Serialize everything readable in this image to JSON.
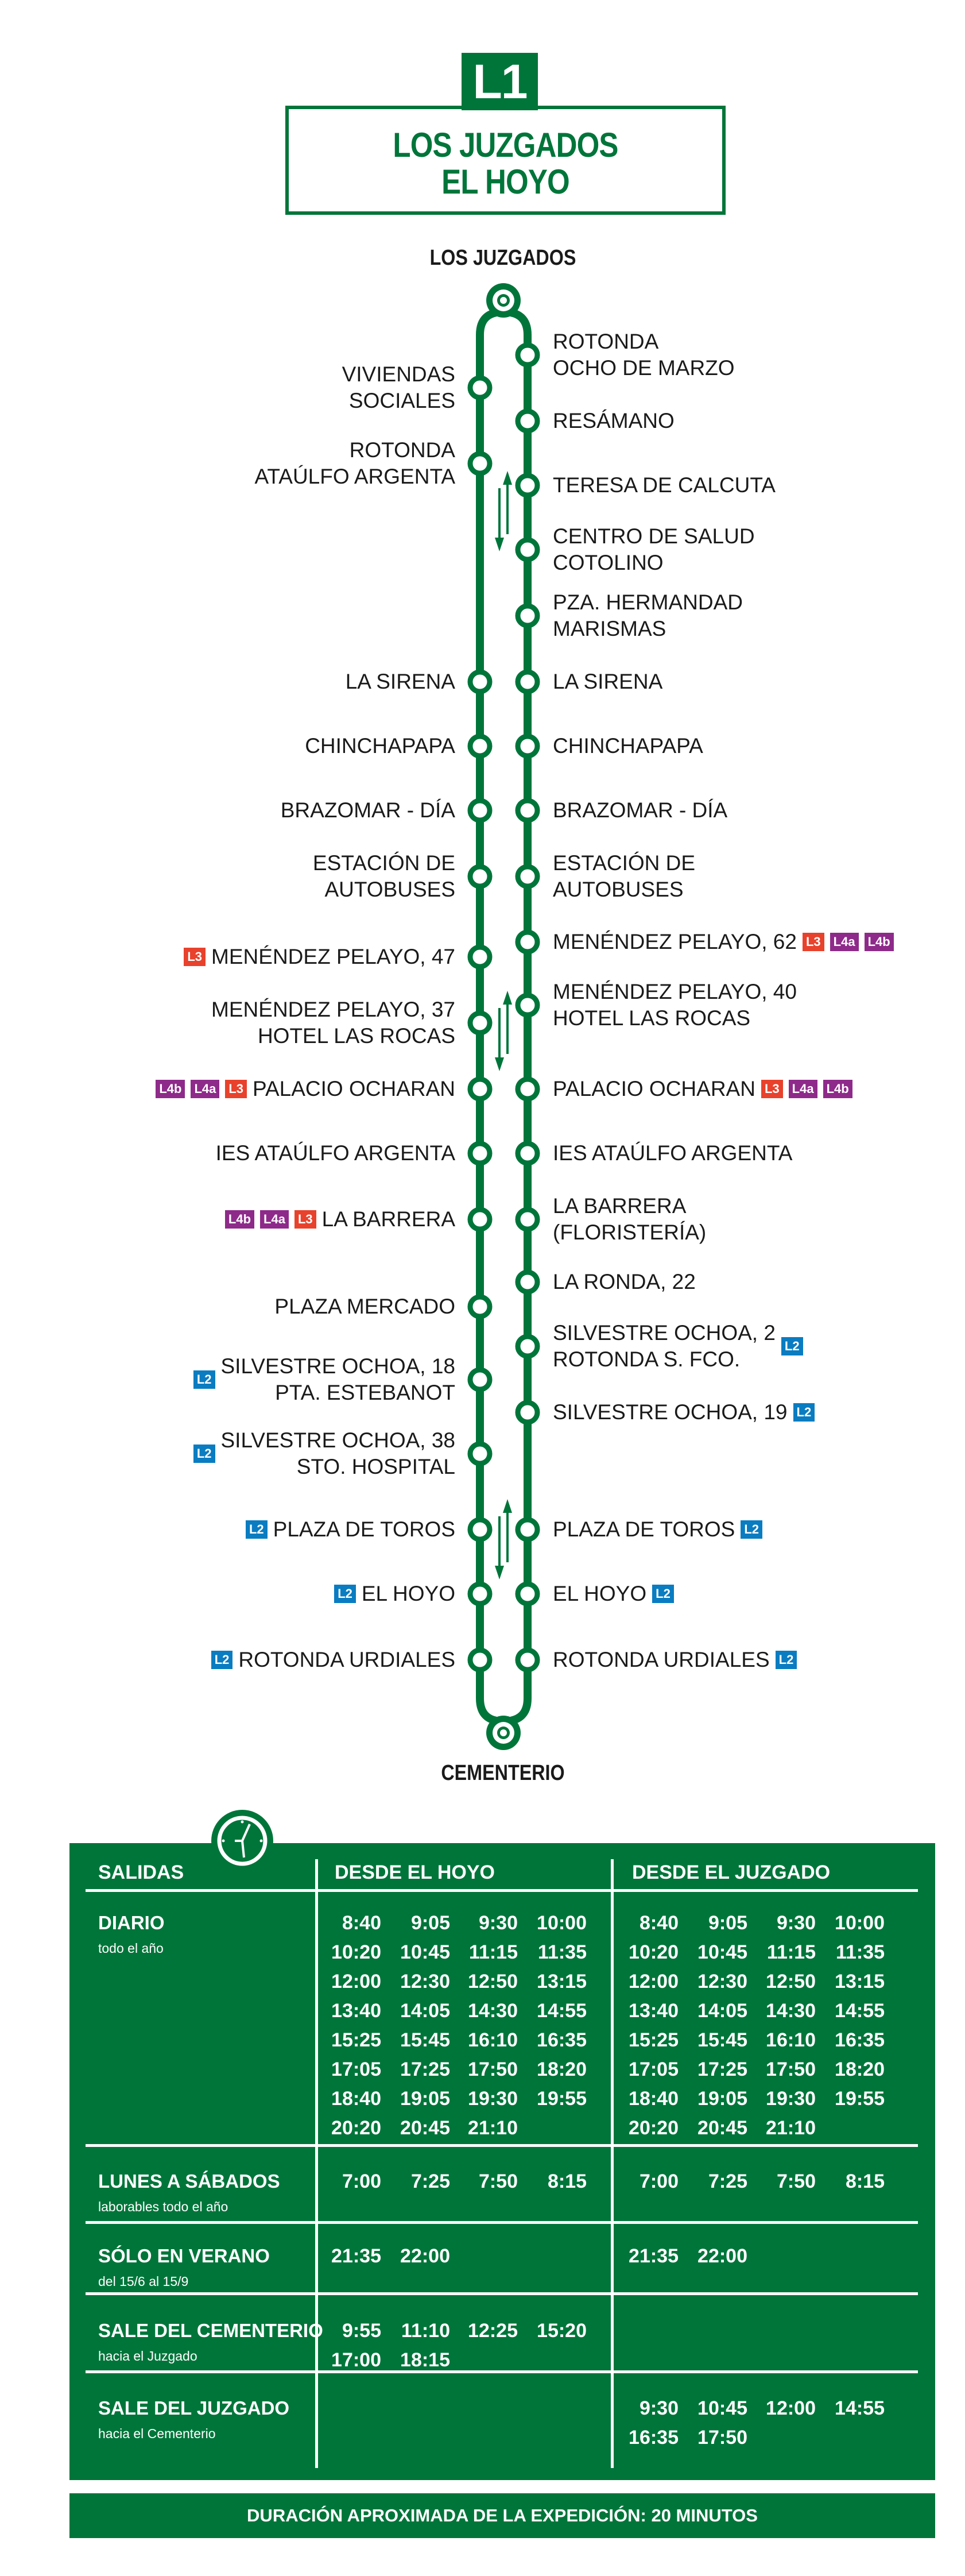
{
  "header": {
    "line": "L1",
    "title_line1": "LOS JUZGADOS",
    "title_line2": "EL HOYO"
  },
  "route": {
    "start": "LOS JUZGADOS",
    "end": "CEMENTERIO",
    "left_stops": [
      {
        "name": [
          "VIVIENDAS",
          "SOCIALES"
        ],
        "lines": []
      },
      {
        "name": [
          "ROTONDA",
          "ATAÚLFO ARGENTA"
        ],
        "lines": []
      },
      {
        "name": [
          "LA SIRENA"
        ],
        "lines": []
      },
      {
        "name": [
          "CHINCHAPAPA"
        ],
        "lines": []
      },
      {
        "name": [
          "BRAZOMAR - DÍA"
        ],
        "lines": []
      },
      {
        "name": [
          "ESTACIÓN DE",
          "AUTOBUSES"
        ],
        "lines": []
      },
      {
        "name": [
          "MENÉNDEZ PELAYO, 47"
        ],
        "lines": [
          "L3"
        ]
      },
      {
        "name": [
          "MENÉNDEZ PELAYO, 37",
          "HOTEL LAS ROCAS"
        ],
        "lines": []
      },
      {
        "name": [
          "PALACIO OCHARAN"
        ],
        "lines": [
          "L4b",
          "L4a",
          "L3"
        ]
      },
      {
        "name": [
          "IES ATAÚLFO ARGENTA"
        ],
        "lines": []
      },
      {
        "name": [
          "LA BARRERA"
        ],
        "lines": [
          "L4b",
          "L4a",
          "L3"
        ]
      },
      {
        "name": [
          "PLAZA MERCADO"
        ],
        "lines": []
      },
      {
        "name": [
          "SILVESTRE OCHOA, 18",
          "PTA. ESTEBANOT"
        ],
        "lines": [
          "L2"
        ]
      },
      {
        "name": [
          "SILVESTRE OCHOA, 38",
          "STO. HOSPITAL"
        ],
        "lines": [
          "L2"
        ]
      },
      {
        "name": [
          "PLAZA DE TOROS"
        ],
        "lines": [
          "L2"
        ]
      },
      {
        "name": [
          "EL HOYO"
        ],
        "lines": [
          "L2"
        ]
      },
      {
        "name": [
          "ROTONDA URDIALES"
        ],
        "lines": [
          "L2"
        ]
      }
    ],
    "right_stops": [
      {
        "name": [
          "ROTONDA",
          "OCHO DE MARZO"
        ],
        "lines": []
      },
      {
        "name": [
          "RESÁMANO"
        ],
        "lines": []
      },
      {
        "name": [
          "TERESA DE CALCUTA"
        ],
        "lines": []
      },
      {
        "name": [
          "CENTRO DE SALUD",
          "COTOLINO"
        ],
        "lines": []
      },
      {
        "name": [
          "PZA. HERMANDAD",
          "MARISMAS"
        ],
        "lines": []
      },
      {
        "name": [
          "LA SIRENA"
        ],
        "lines": []
      },
      {
        "name": [
          "CHINCHAPAPA"
        ],
        "lines": []
      },
      {
        "name": [
          "BRAZOMAR - DÍA"
        ],
        "lines": []
      },
      {
        "name": [
          "ESTACIÓN DE",
          "AUTOBUSES"
        ],
        "lines": []
      },
      {
        "name": [
          "MENÉNDEZ PELAYO, 62"
        ],
        "lines": [
          "L3",
          "L4a",
          "L4b"
        ]
      },
      {
        "name": [
          "MENÉNDEZ PELAYO, 40",
          "HOTEL LAS ROCAS"
        ],
        "lines": []
      },
      {
        "name": [
          "PALACIO OCHARAN"
        ],
        "lines": [
          "L3",
          "L4a",
          "L4b"
        ]
      },
      {
        "name": [
          "IES ATAÚLFO ARGENTA"
        ],
        "lines": []
      },
      {
        "name": [
          "LA BARRERA",
          "(FLORISTERÍA)"
        ],
        "lines": []
      },
      {
        "name": [
          "LA RONDA, 22"
        ],
        "lines": []
      },
      {
        "name": [
          "SILVESTRE OCHOA, 2",
          "ROTONDA S. FCO."
        ],
        "lines": [
          "L2"
        ]
      },
      {
        "name": [
          "SILVESTRE OCHOA, 19"
        ],
        "lines": [
          "L2"
        ]
      },
      {
        "name": [
          "PLAZA DE TOROS"
        ],
        "lines": [
          "L2"
        ]
      },
      {
        "name": [
          "EL HOYO"
        ],
        "lines": [
          "L2"
        ]
      },
      {
        "name": [
          "ROTONDA URDIALES"
        ],
        "lines": [
          "L2"
        ]
      }
    ]
  },
  "line_colors": {
    "L1": "#00753a",
    "L2": "#0a7cc1",
    "L3": "#e8412c",
    "L4a": "#8e2a8a",
    "L4b": "#8e2a8a"
  },
  "schedule": {
    "header": {
      "salidas": "SALIDAS",
      "from_hoyo": "DESDE EL HOYO",
      "from_juzgado": "DESDE EL JUZGADO"
    },
    "rows": [
      {
        "label": "DIARIO",
        "sub": "todo el año",
        "hoyo": [
          "8:40",
          "9:05",
          "9:30",
          "10:00",
          "10:20",
          "10:45",
          "11:15",
          "11:35",
          "12:00",
          "12:30",
          "12:50",
          "13:15",
          "13:40",
          "14:05",
          "14:30",
          "14:55",
          "15:25",
          "15:45",
          "16:10",
          "16:35",
          "17:05",
          "17:25",
          "17:50",
          "18:20",
          "18:40",
          "19:05",
          "19:30",
          "19:55",
          "20:20",
          "20:45",
          "21:10"
        ],
        "juzgado": [
          "8:40",
          "9:05",
          "9:30",
          "10:00",
          "10:20",
          "10:45",
          "11:15",
          "11:35",
          "12:00",
          "12:30",
          "12:50",
          "13:15",
          "13:40",
          "14:05",
          "14:30",
          "14:55",
          "15:25",
          "15:45",
          "16:10",
          "16:35",
          "17:05",
          "17:25",
          "17:50",
          "18:20",
          "18:40",
          "19:05",
          "19:30",
          "19:55",
          "20:20",
          "20:45",
          "21:10"
        ]
      },
      {
        "label": "LUNES A SÁBADOS",
        "sub": "laborables todo el año",
        "hoyo": [
          "7:00",
          "7:25",
          "7:50",
          "8:15"
        ],
        "juzgado": [
          "7:00",
          "7:25",
          "7:50",
          "8:15"
        ]
      },
      {
        "label": "SÓLO EN VERANO",
        "sub": "del 15/6 al 15/9",
        "hoyo": [
          "21:35",
          "22:00"
        ],
        "juzgado": [
          "21:35",
          "22:00"
        ]
      },
      {
        "label": "SALE DEL CEMENTERIO",
        "sub": "hacia el Juzgado",
        "hoyo": [
          "9:55",
          "11:10",
          "12:25",
          "15:20",
          "17:00",
          "18:15"
        ],
        "juzgado": []
      },
      {
        "label": "SALE DEL JUZGADO",
        "sub": "hacia el Cementerio",
        "hoyo": [],
        "juzgado": [
          "9:30",
          "10:45",
          "12:00",
          "14:55",
          "16:35",
          "17:50"
        ]
      }
    ],
    "footer": "DURACIÓN APROXIMADA DE LA EXPEDICIÓN: 20 MINUTOS"
  }
}
